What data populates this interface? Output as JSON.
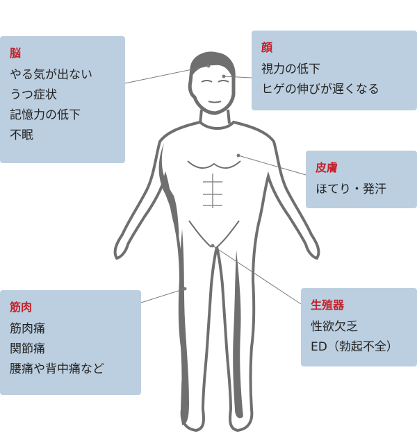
{
  "callouts": {
    "brain": {
      "title": "脳",
      "items": [
        "やる気が出ない",
        "うつ症状",
        "記憶力の低下",
        "不眠"
      ]
    },
    "face": {
      "title": "顔",
      "items": [
        "視力の低下",
        "ヒゲの伸びが遅くなる"
      ]
    },
    "skin": {
      "title": "皮膚",
      "items": [
        "ほてり・発汗"
      ]
    },
    "muscle": {
      "title": "筋肉",
      "items": [
        "筋肉痛",
        "関節痛",
        "腰痛や背中痛など"
      ]
    },
    "reproductive": {
      "title": "生殖器",
      "items": [
        "性欲欠乏",
        "ED（勃起不全）"
      ]
    }
  },
  "colors": {
    "box_background": "#bccfe0",
    "title_red": "#c2222b",
    "body_outline": "#6f6f6f",
    "body_fill": "#ffffff"
  }
}
